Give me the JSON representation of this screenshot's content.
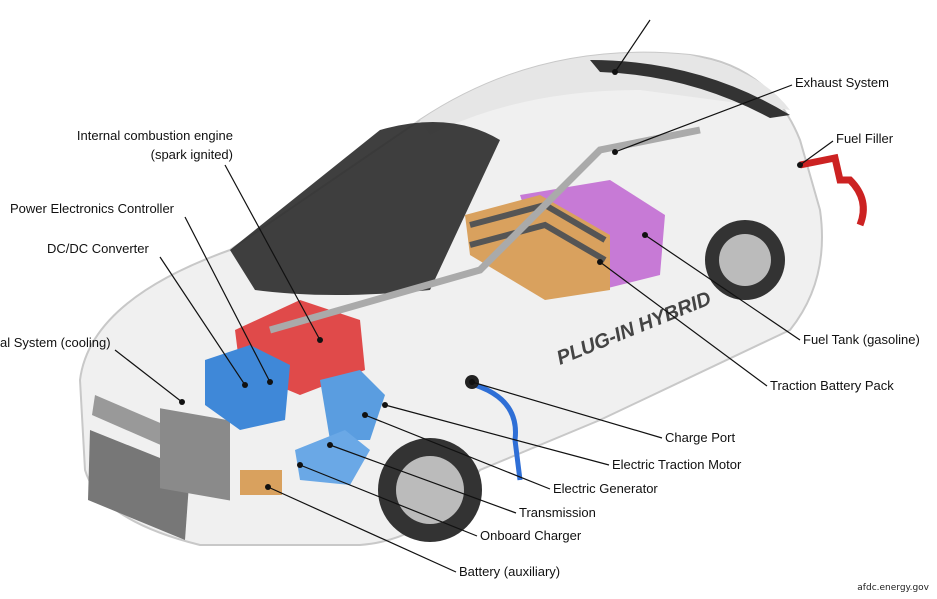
{
  "labels": {
    "exhaust": "Exhaust System",
    "fuel_filler": "Fuel Filler",
    "ice_line1": "Internal combustion engine",
    "ice_line2": "(spark ignited)",
    "pec": "Power Electronics Controller",
    "dcdc": "DC/DC Converter",
    "thermal": "al System (cooling)",
    "fuel_tank": "Fuel Tank (gasoline)",
    "traction_battery": "Traction Battery Pack",
    "charge_port": "Charge Port",
    "traction_motor": "Electric Traction Motor",
    "generator": "Electric Generator",
    "transmission": "Transmission",
    "onboard_charger": "Onboard Charger",
    "aux_battery": "Battery (auxiliary)"
  },
  "car_text": "PLUG-IN HYBRID",
  "credit": "afdc.energy.gov",
  "colors": {
    "fuel_tank": "#c77ad6",
    "battery": "#d9a15e",
    "engine": "#e04a4a",
    "electronics": "#3f88d8",
    "body": "#f2f2f2",
    "glass": "#2a2a2a"
  }
}
